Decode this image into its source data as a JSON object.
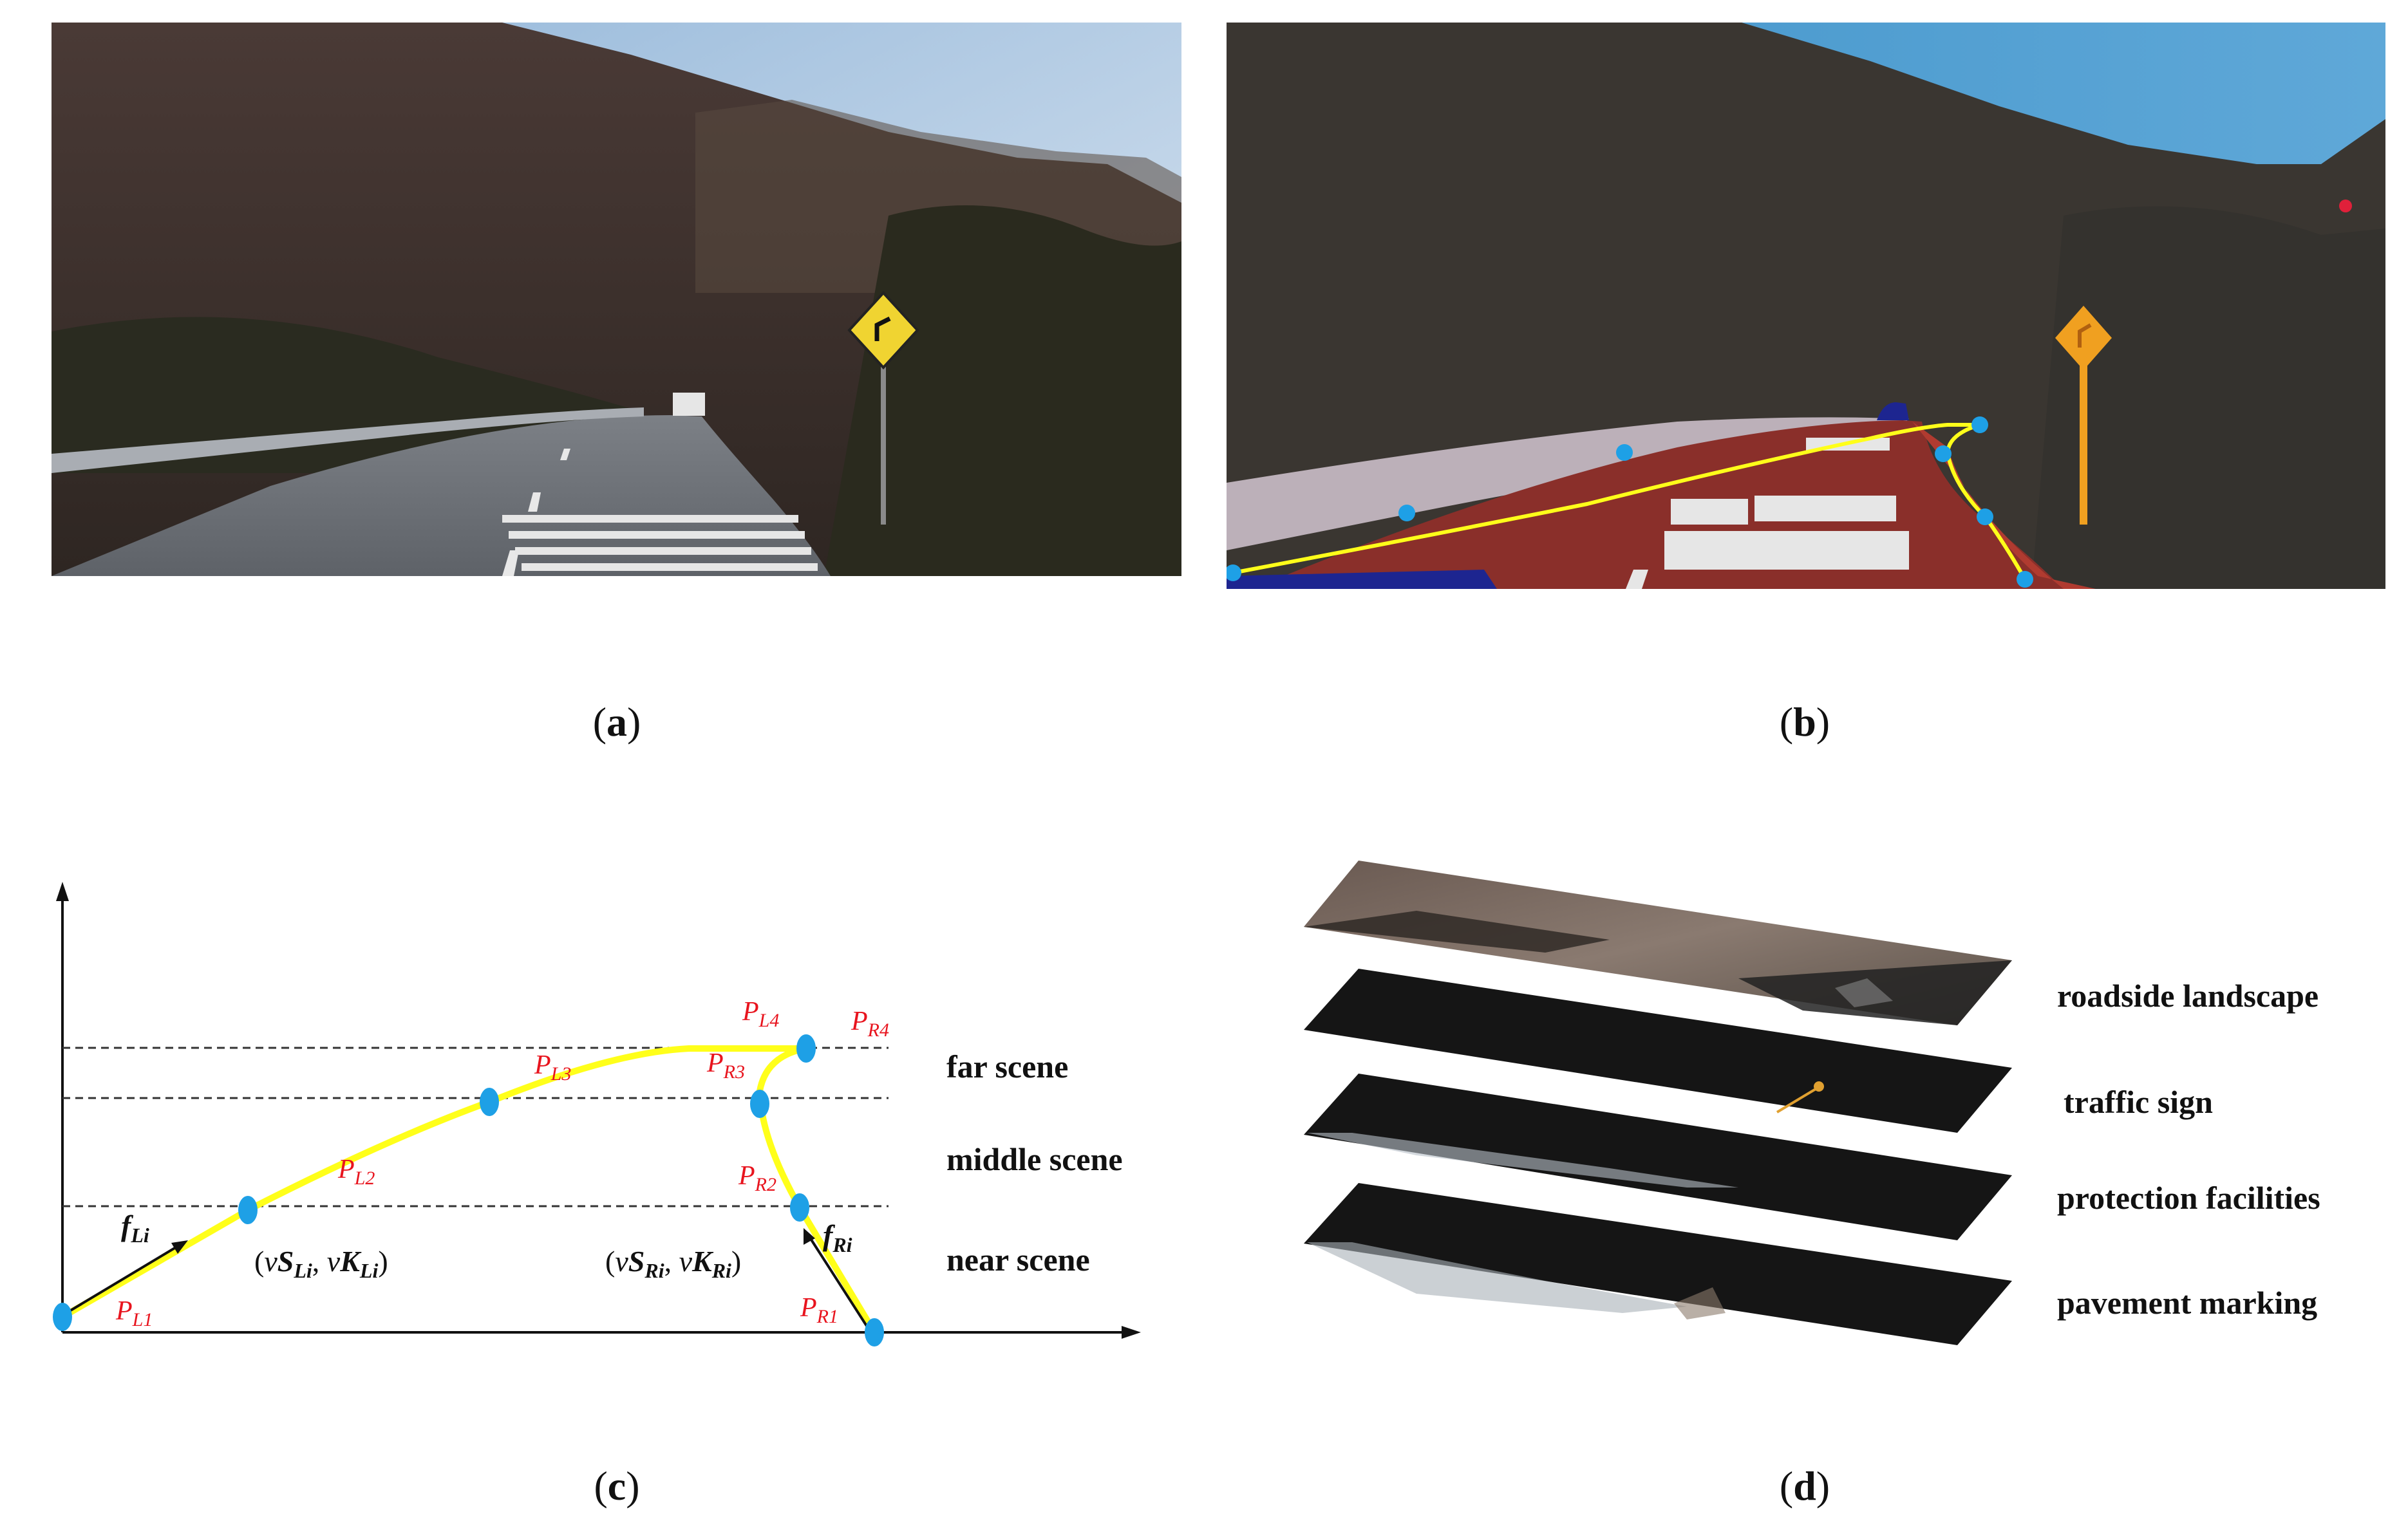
{
  "captions": {
    "a": {
      "open": "(",
      "letter": "a",
      "close": ")"
    },
    "b": {
      "open": "(",
      "letter": "b",
      "close": ")"
    },
    "c": {
      "open": "(",
      "letter": "c",
      "close": ")"
    },
    "d": {
      "open": "(",
      "letter": "d",
      "close": ")"
    }
  },
  "panel_c": {
    "scene_labels": {
      "far": "far scene",
      "middle": "middle scene",
      "near": "near scene"
    },
    "points": {
      "PL1": {
        "P": "P",
        "sub": "L1"
      },
      "PL2": {
        "P": "P",
        "sub": "L2"
      },
      "PL3": {
        "P": "P",
        "sub": "L3"
      },
      "PL4": {
        "P": "P",
        "sub": "L4"
      },
      "PR1": {
        "P": "P",
        "sub": "R1"
      },
      "PR2": {
        "P": "P",
        "sub": "R2"
      },
      "PR3": {
        "P": "P",
        "sub": "R3"
      },
      "PR4": {
        "P": "P",
        "sub": "R4"
      }
    },
    "vectors": {
      "fL": {
        "f": "f",
        "sub": "Li"
      },
      "fR": {
        "f": "f",
        "sub": "Ri"
      }
    },
    "features": {
      "left": {
        "open": "(",
        "v1": "v",
        "S": "S",
        "s1": "Li",
        "comma": ", ",
        "v2": "v",
        "K": "K",
        "s2": "Li",
        "close": ")"
      },
      "right": {
        "open": "(",
        "v1": "v",
        "S": "S",
        "s1": "Ri",
        "comma": ", ",
        "v2": "v",
        "K": "K",
        "s2": "Ri",
        "close": ")"
      }
    },
    "colors": {
      "curve": "#ffff1a",
      "point": "#1ea0e6",
      "label": "#e8141e"
    }
  },
  "panel_d": {
    "layers": [
      "roadside landscape",
      "traffic sign",
      "protection facilities",
      "pavement marking"
    ]
  }
}
